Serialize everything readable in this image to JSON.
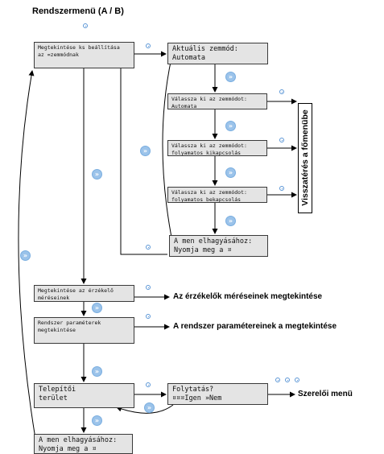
{
  "title": "Rendszermenü (A / B)",
  "screens": {
    "view_settings": [
      "Megtekintése ks beállítása",
      "az =zemmódnak"
    ],
    "current_mode": [
      "Aktuális zemmód:",
      "Automata"
    ],
    "select_auto": [
      "Válassza ki az zemmódot:",
      "Automata"
    ],
    "select_off": [
      "Válassza ki az zemmódot:",
      "folyamatos kikapcsolás"
    ],
    "select_on": [
      "Válassza ki az zemmódot:",
      "folyamatos bekapcsolás"
    ],
    "exit_mode": [
      "A men elhagyásához:",
      "Nyomja meg a ¤"
    ],
    "sensors": [
      "Megtekintése az érzékelő",
      "méréseinek"
    ],
    "system_params": [
      "Rendszer paraméterek",
      "megtekintése"
    ],
    "installer_area": [
      "Telepítői",
      "terület"
    ],
    "continue": [
      "Folytatás?",
      "¤¤¤Igen    »Nem"
    ],
    "exit_main": [
      "A men elhagyásához:",
      "Nyomja meg a ¤"
    ]
  },
  "labels": {
    "return_main": "Visszatérés a főmenübe",
    "sensor_view": "Az érzékelők méréseinek megtekintése",
    "params_view": "A rendszer paramétereinek a megtekintése",
    "installer_menu": "Szerelői menü"
  },
  "nav_glyph": "»",
  "colors": {
    "button": "#5b96d6",
    "nav_button": "#9bc3ea",
    "lcd": "#e4e4e4",
    "line": "#000000"
  }
}
